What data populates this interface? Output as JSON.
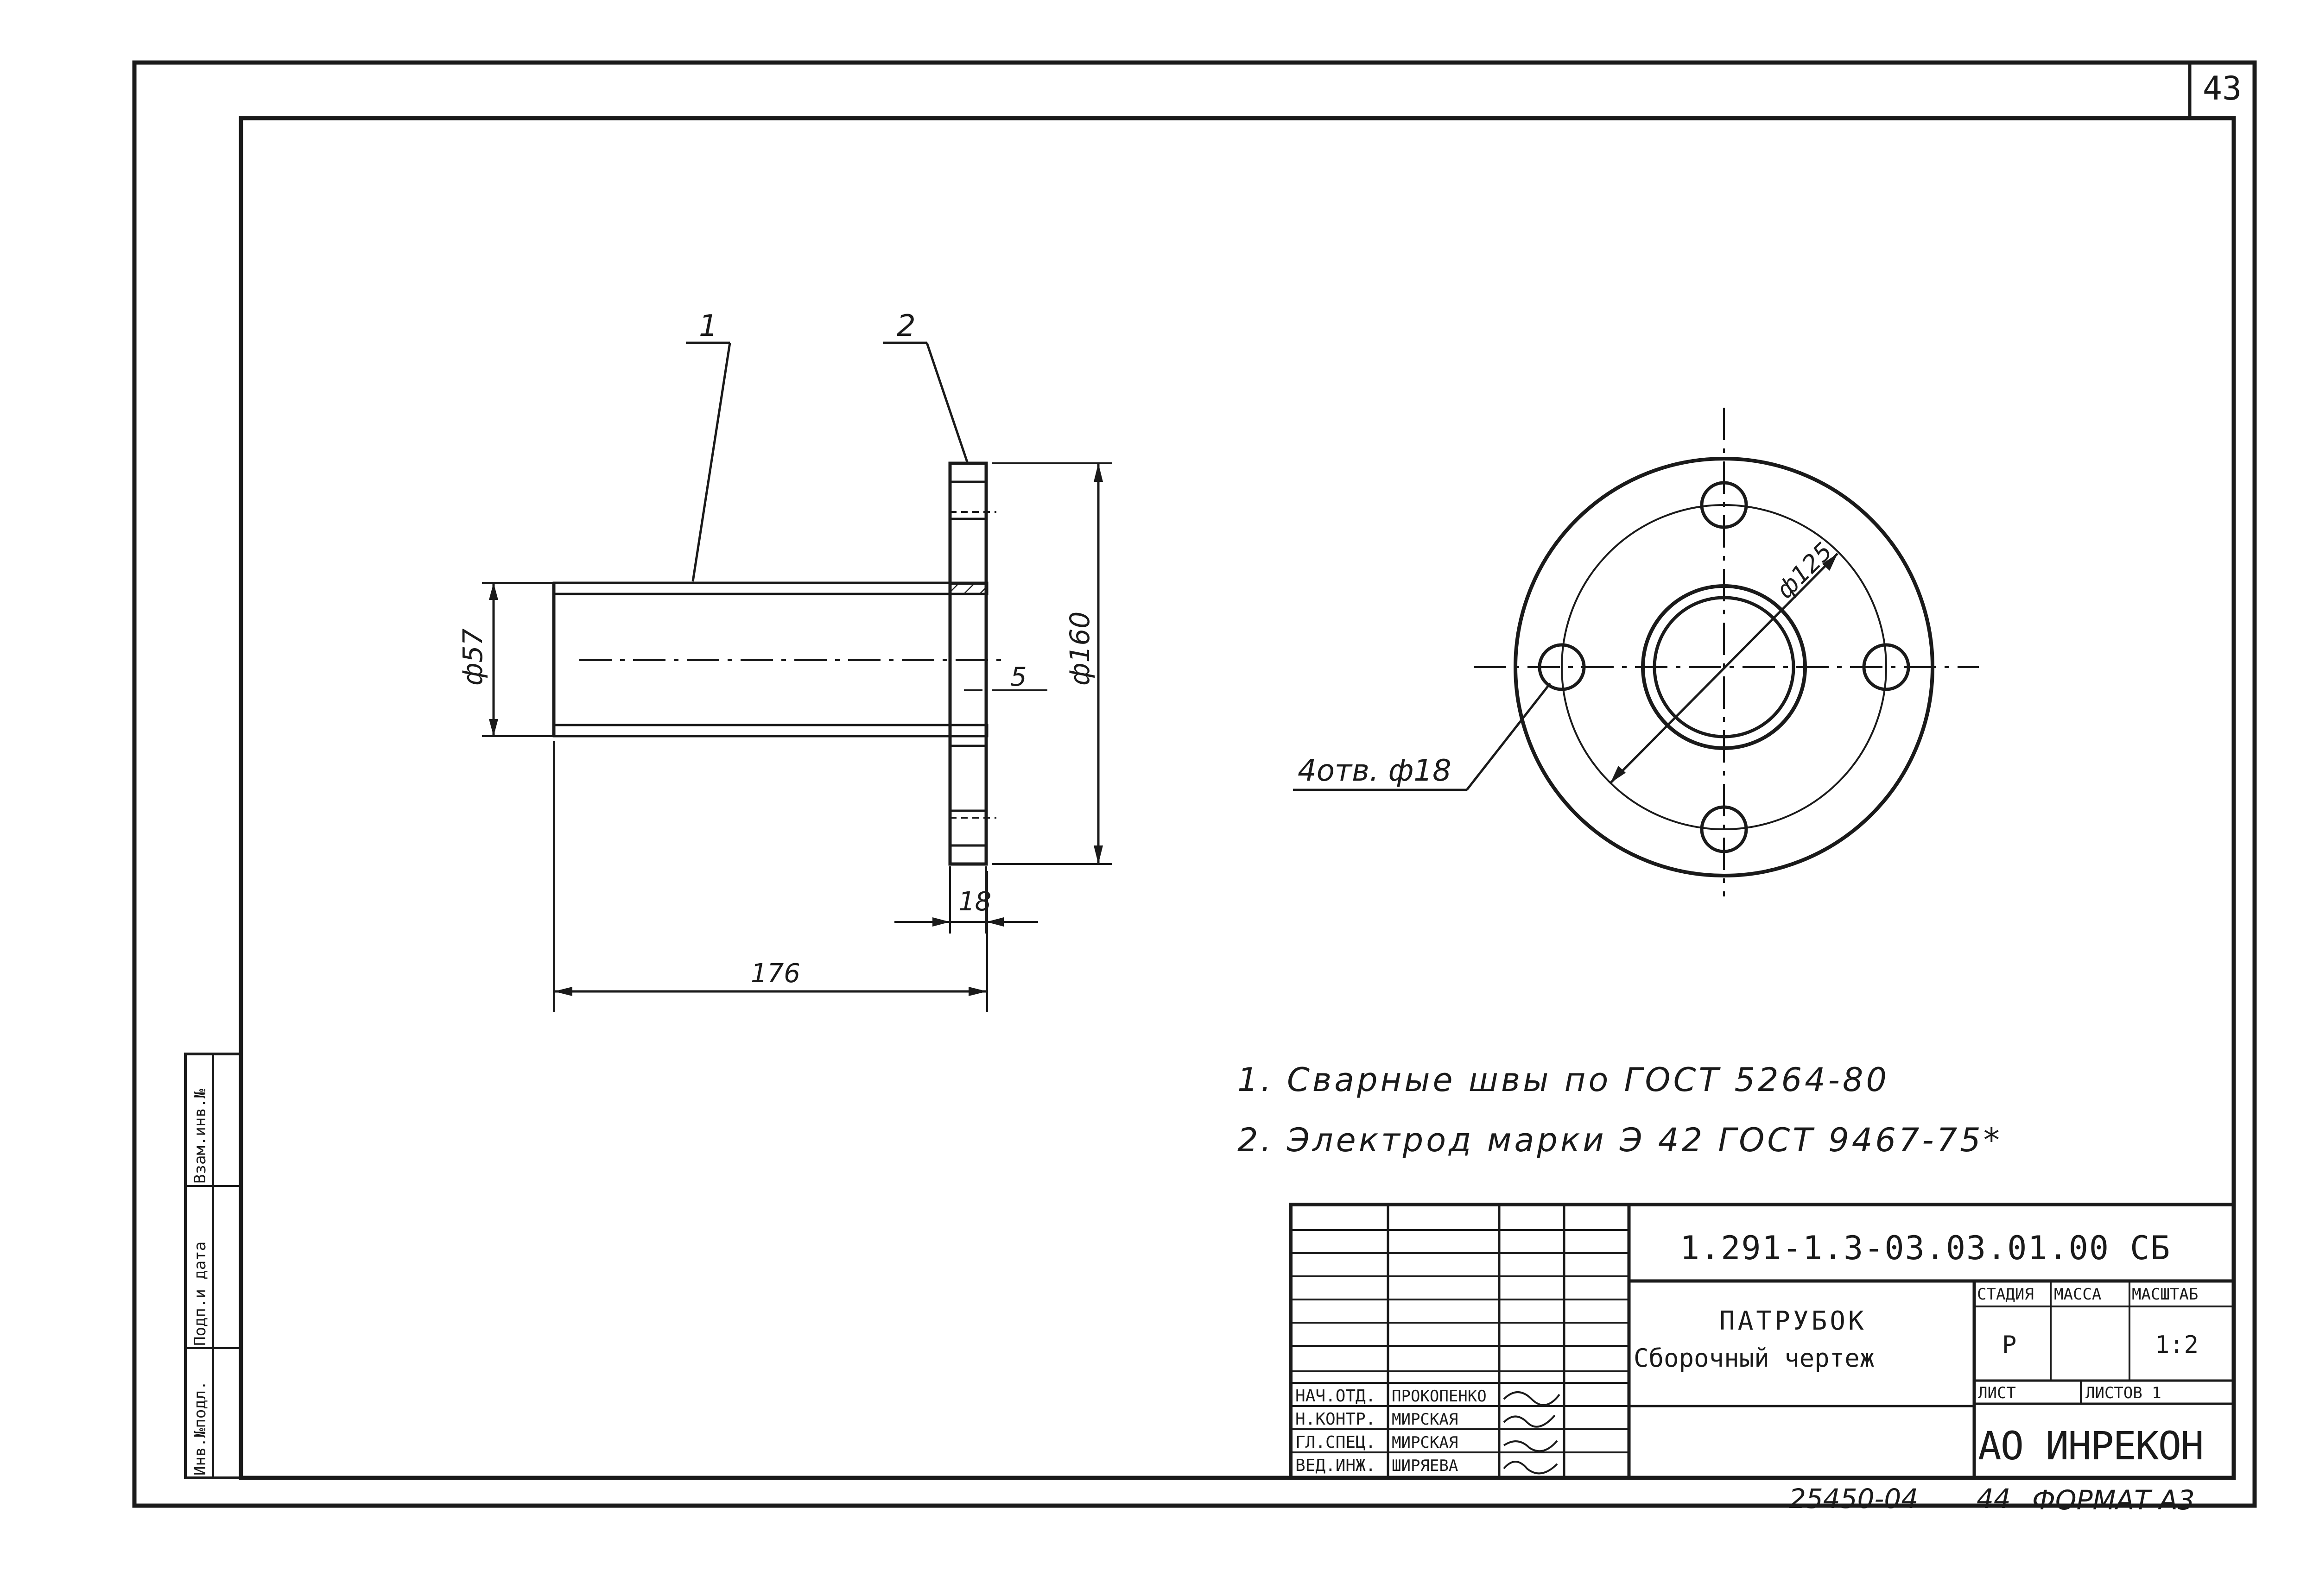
{
  "sheet": {
    "page_number": "43",
    "format_label": "ФОРМАТ А3",
    "archive_number": "25450-04",
    "copy_number": "44"
  },
  "drawing": {
    "callout_pipe": "1",
    "callout_flange": "2",
    "dim_pipe_diameter": "ф57",
    "dim_flange_diameter": "ф160",
    "dim_offset": "5",
    "dim_flange_thickness": "18",
    "dim_total_length": "176",
    "dim_bolt_circle": "ф125",
    "holes_label": "4отв. ф18"
  },
  "notes": [
    "1. Сварные швы по ГОСТ 5264-80",
    "2. Электрод марки Э 42   ГОСТ 9467-75*"
  ],
  "side_stamp": {
    "cells": [
      "Инв.№подл.",
      "Подп.и дата",
      "Взам.инв.№"
    ]
  },
  "title_block": {
    "designation": "1.291-1.3-03.03.01.00 СБ",
    "name_line1": "ПАТРУБОК",
    "name_line2": "Сборочный чертеж",
    "stage_header": "СТАДИЯ",
    "mass_header": "МАССА",
    "scale_header": "МАСШТАБ",
    "stage_value": "Р",
    "scale_value": "1:2",
    "sheet_label": "ЛИСТ",
    "sheets_label": "ЛИСТОВ 1",
    "organization": "АО ИНРЕКОН",
    "roles": [
      "НАЧ.ОТД.",
      "Н.КОНТР.",
      "ГЛ.СПЕЦ.",
      "ВЕД.ИНЖ."
    ],
    "names": [
      "ПРОКОПЕНКО",
      "МИРСКАЯ",
      "МИРСКАЯ",
      "ШИРЯЕВА"
    ]
  }
}
